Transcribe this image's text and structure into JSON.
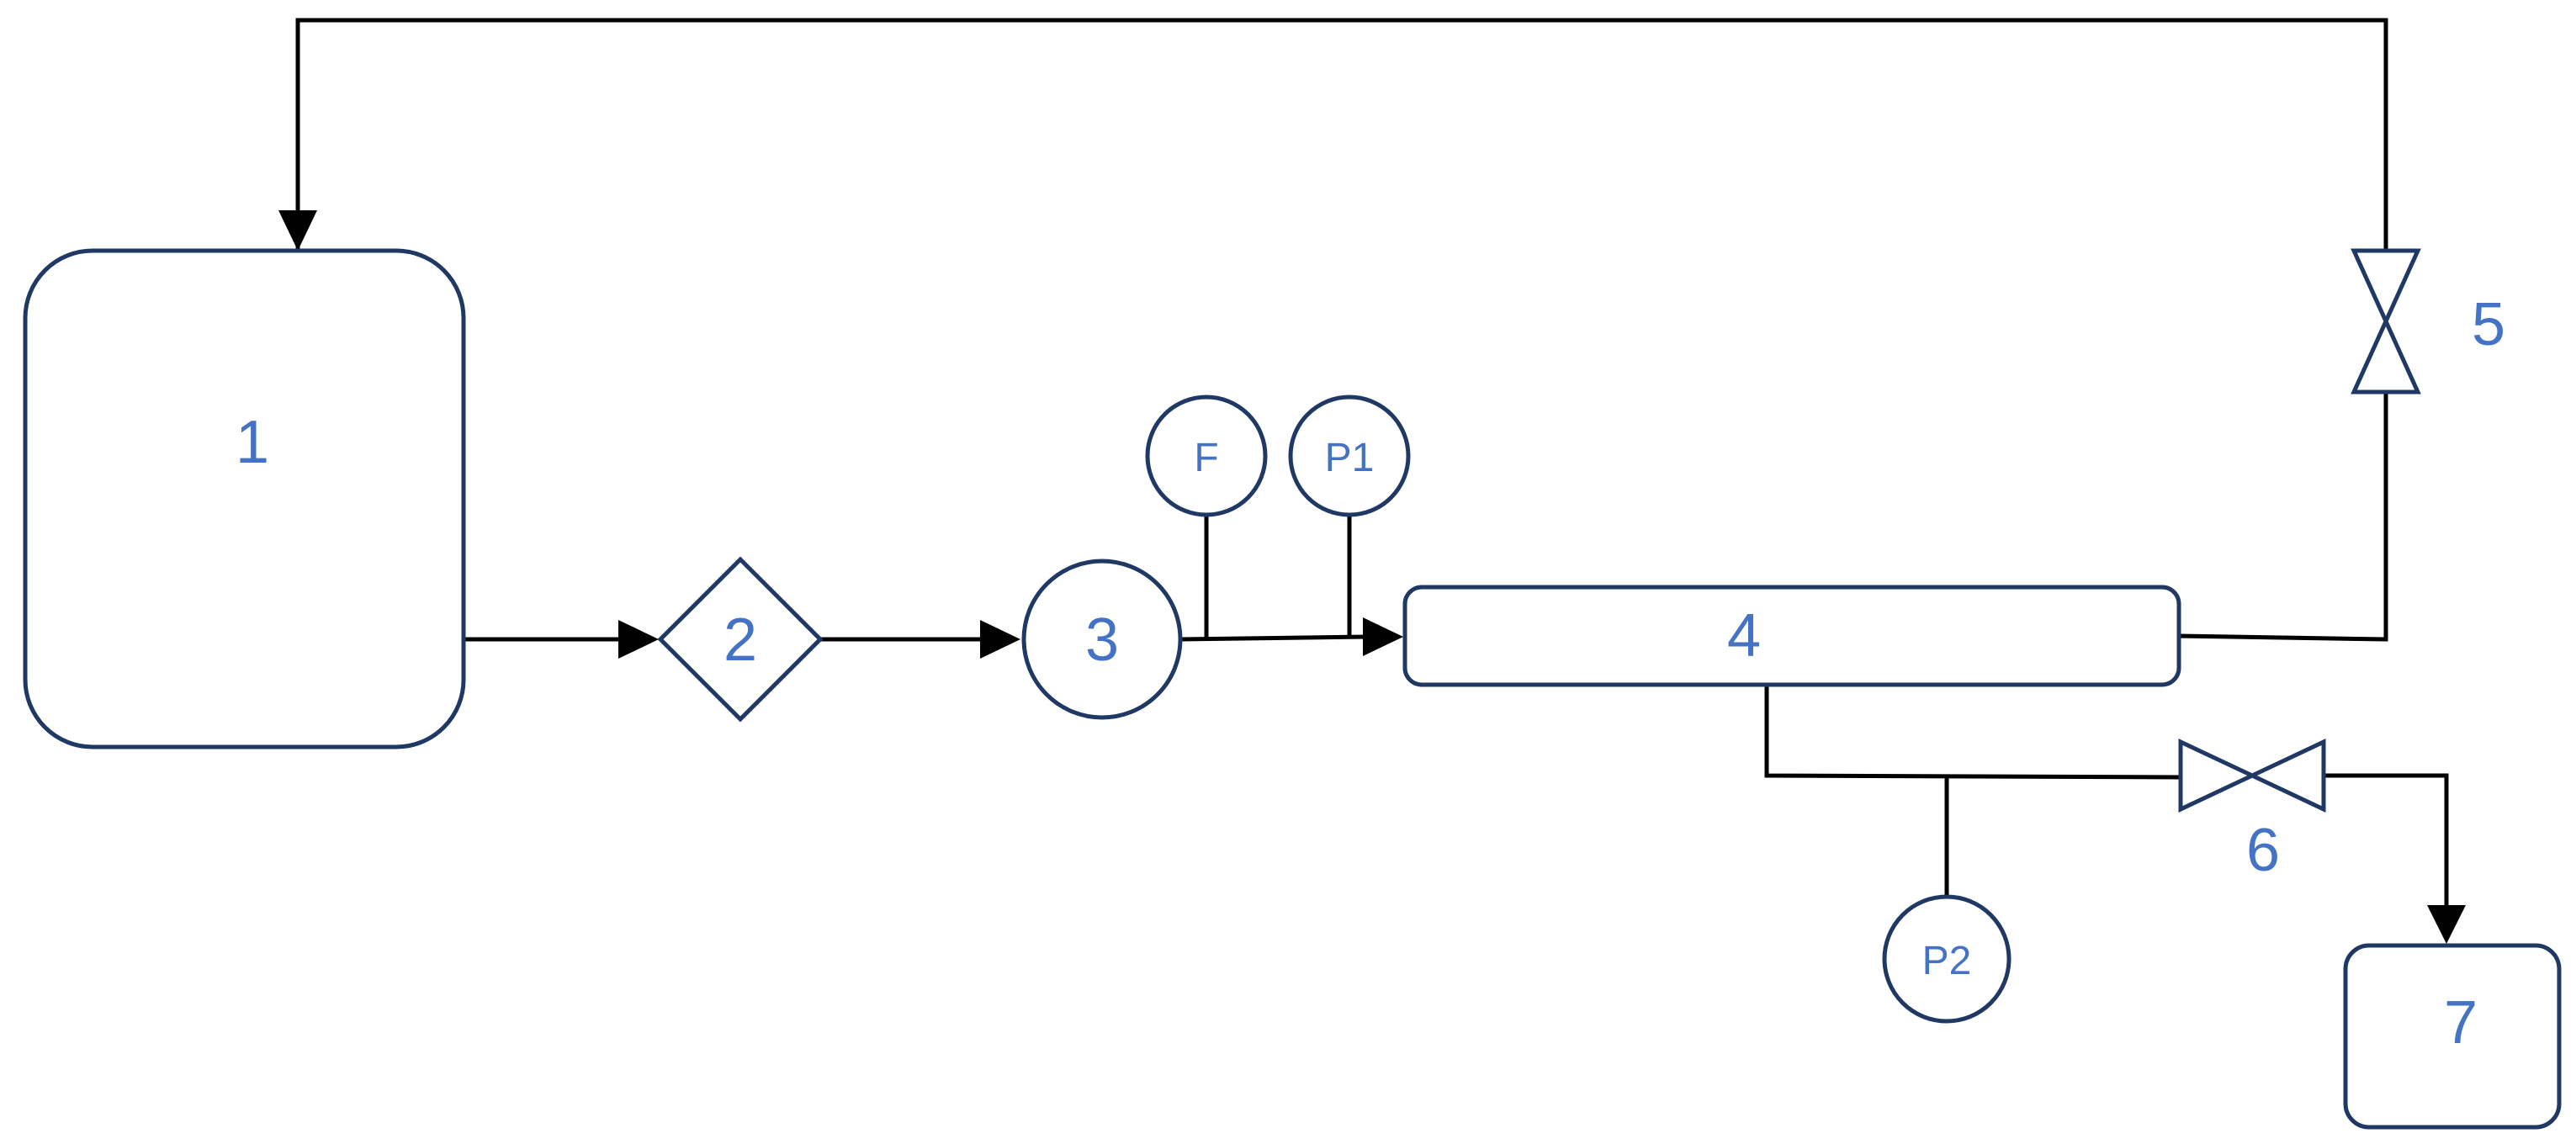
{
  "diagram": {
    "nodes": {
      "tank": {
        "label": "1"
      },
      "filter": {
        "label": "2"
      },
      "pump": {
        "label": "3"
      },
      "module": {
        "label": "4"
      },
      "valve_5": {
        "label": "5"
      },
      "valve_6": {
        "label": "6"
      },
      "receiver": {
        "label": "7"
      }
    },
    "instruments": {
      "flow": {
        "label": "F"
      },
      "pressure_1": {
        "label": "P1"
      },
      "pressure_2": {
        "label": "P2"
      }
    },
    "colors": {
      "label": "#4472c4",
      "outline": "#1f3864",
      "line": "#000000"
    }
  }
}
